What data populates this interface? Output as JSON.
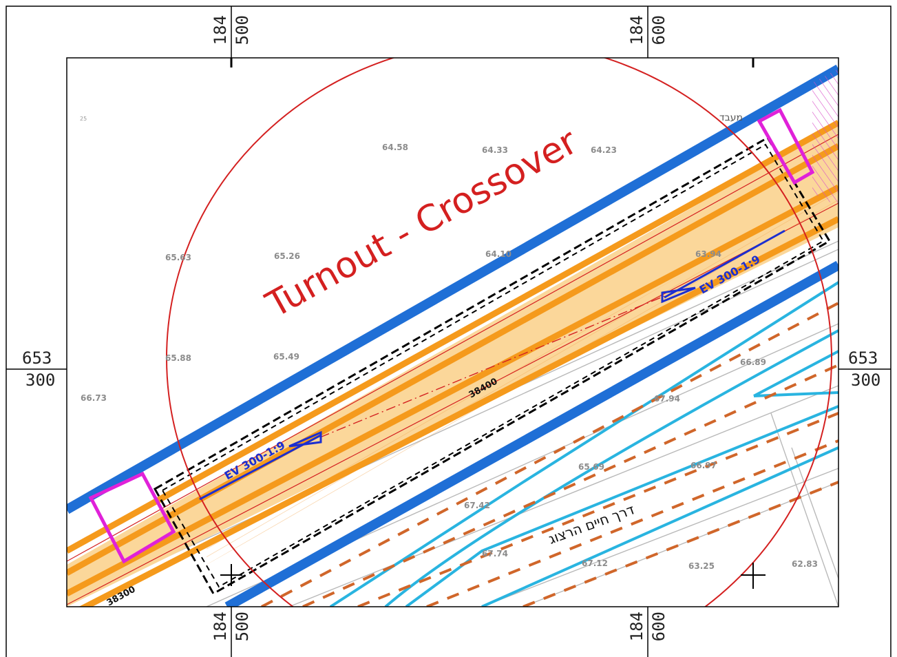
{
  "title": "Turnout - Crossover",
  "grid_labels": {
    "top_left": {
      "major": "184",
      "minor": "500"
    },
    "top_right": {
      "major": "184",
      "minor": "600"
    },
    "bottom_left": {
      "major": "184",
      "minor": "500"
    },
    "bottom_right": {
      "major": "184",
      "minor": "600"
    },
    "left": {
      "major": "653",
      "minor": "300"
    },
    "right": {
      "major": "653",
      "minor": "300"
    }
  },
  "annotations": {
    "switch_left": "EV 300-1:9",
    "switch_right": "EV 300-1:9",
    "chainage_center": "38400",
    "chainage_bottom": "38300",
    "street_name": "דרך חיים הרצוג",
    "label_overpass": "מעבד",
    "small_number": "25"
  },
  "elevations": [
    "64.58",
    "64.33",
    "64.23",
    "65.63",
    "65.26",
    "64.10",
    "63.94",
    "65.88",
    "65.49",
    "66.73",
    "67.94",
    "67.12",
    "67.74",
    "67.42",
    "66.97",
    "66.89",
    "65.69",
    "63.25",
    "62.83"
  ],
  "colors": {
    "rail_blue": "#1f6fd6",
    "track_orange": "#f59a1c",
    "track_fill": "#fbd79a",
    "circle_red": "#d42020",
    "boundary_magenta": "#e021d9",
    "road_cyan": "#29b4e0",
    "lane_dash": "#d0662a",
    "switch_blue": "#1c2fd0"
  }
}
